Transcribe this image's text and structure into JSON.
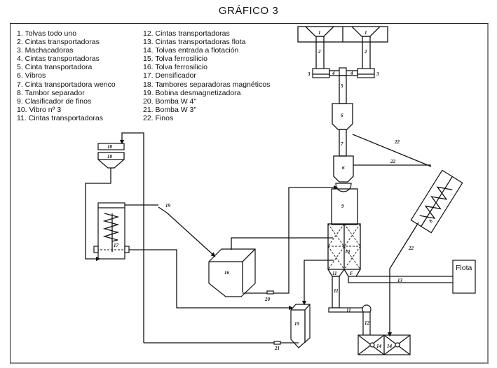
{
  "title": "GRÁFICO 3",
  "legend": {
    "col1": [
      "1. Tolvas todo uno",
      "2. Cintas transportadoras",
      "3. Machacadoras",
      "4. Cintas transportadoras",
      "5. Cinta transportadora",
      "6. Vibros",
      "7. Cinta transportadora wenco",
      "8. Tambor separador",
      "9. Clasificador de finos",
      "10. Vibro nº 3",
      "11. Cintas transportadoras"
    ],
    "col2": [
      "12. Cintas transportadoras",
      "13. Cintas transportadoras flota",
      "14. Tolvas entrada a flotación",
      "15. Tolva ferrosilicio",
      "16. Tolva ferrosilicio",
      "17. Densificador",
      "18. Tambores separadoras magnéticos",
      "19. Bobina desmagnetizadora",
      "20. Bomba W 4\"",
      "21. Bomba W 3\"",
      "22. Finos"
    ]
  },
  "diagram": {
    "flota_label": "Flota",
    "labels": {
      "t1a": "1",
      "t1b": "1",
      "c2a": "2",
      "c2b": "2",
      "m3a": "3",
      "m3b": "3",
      "c4a": "4",
      "c4b": "4",
      "c5": "5",
      "v6a": "6",
      "c7": "7",
      "v6b": "6",
      "ts8": "8",
      "cf9": "9",
      "v10": "10",
      "c11a": "11",
      "c11b": "11",
      "c11c": "11",
      "f": "F",
      "c12": "12",
      "c13": "13",
      "t14a": "14",
      "t14b": "14",
      "t15": "15",
      "t16": "16",
      "d17": "17",
      "m18a": "18",
      "m18b": "18",
      "b19": "19",
      "b20": "20",
      "b21": "21",
      "l22a": "22",
      "l22b": "22",
      "l22c": "22"
    }
  }
}
